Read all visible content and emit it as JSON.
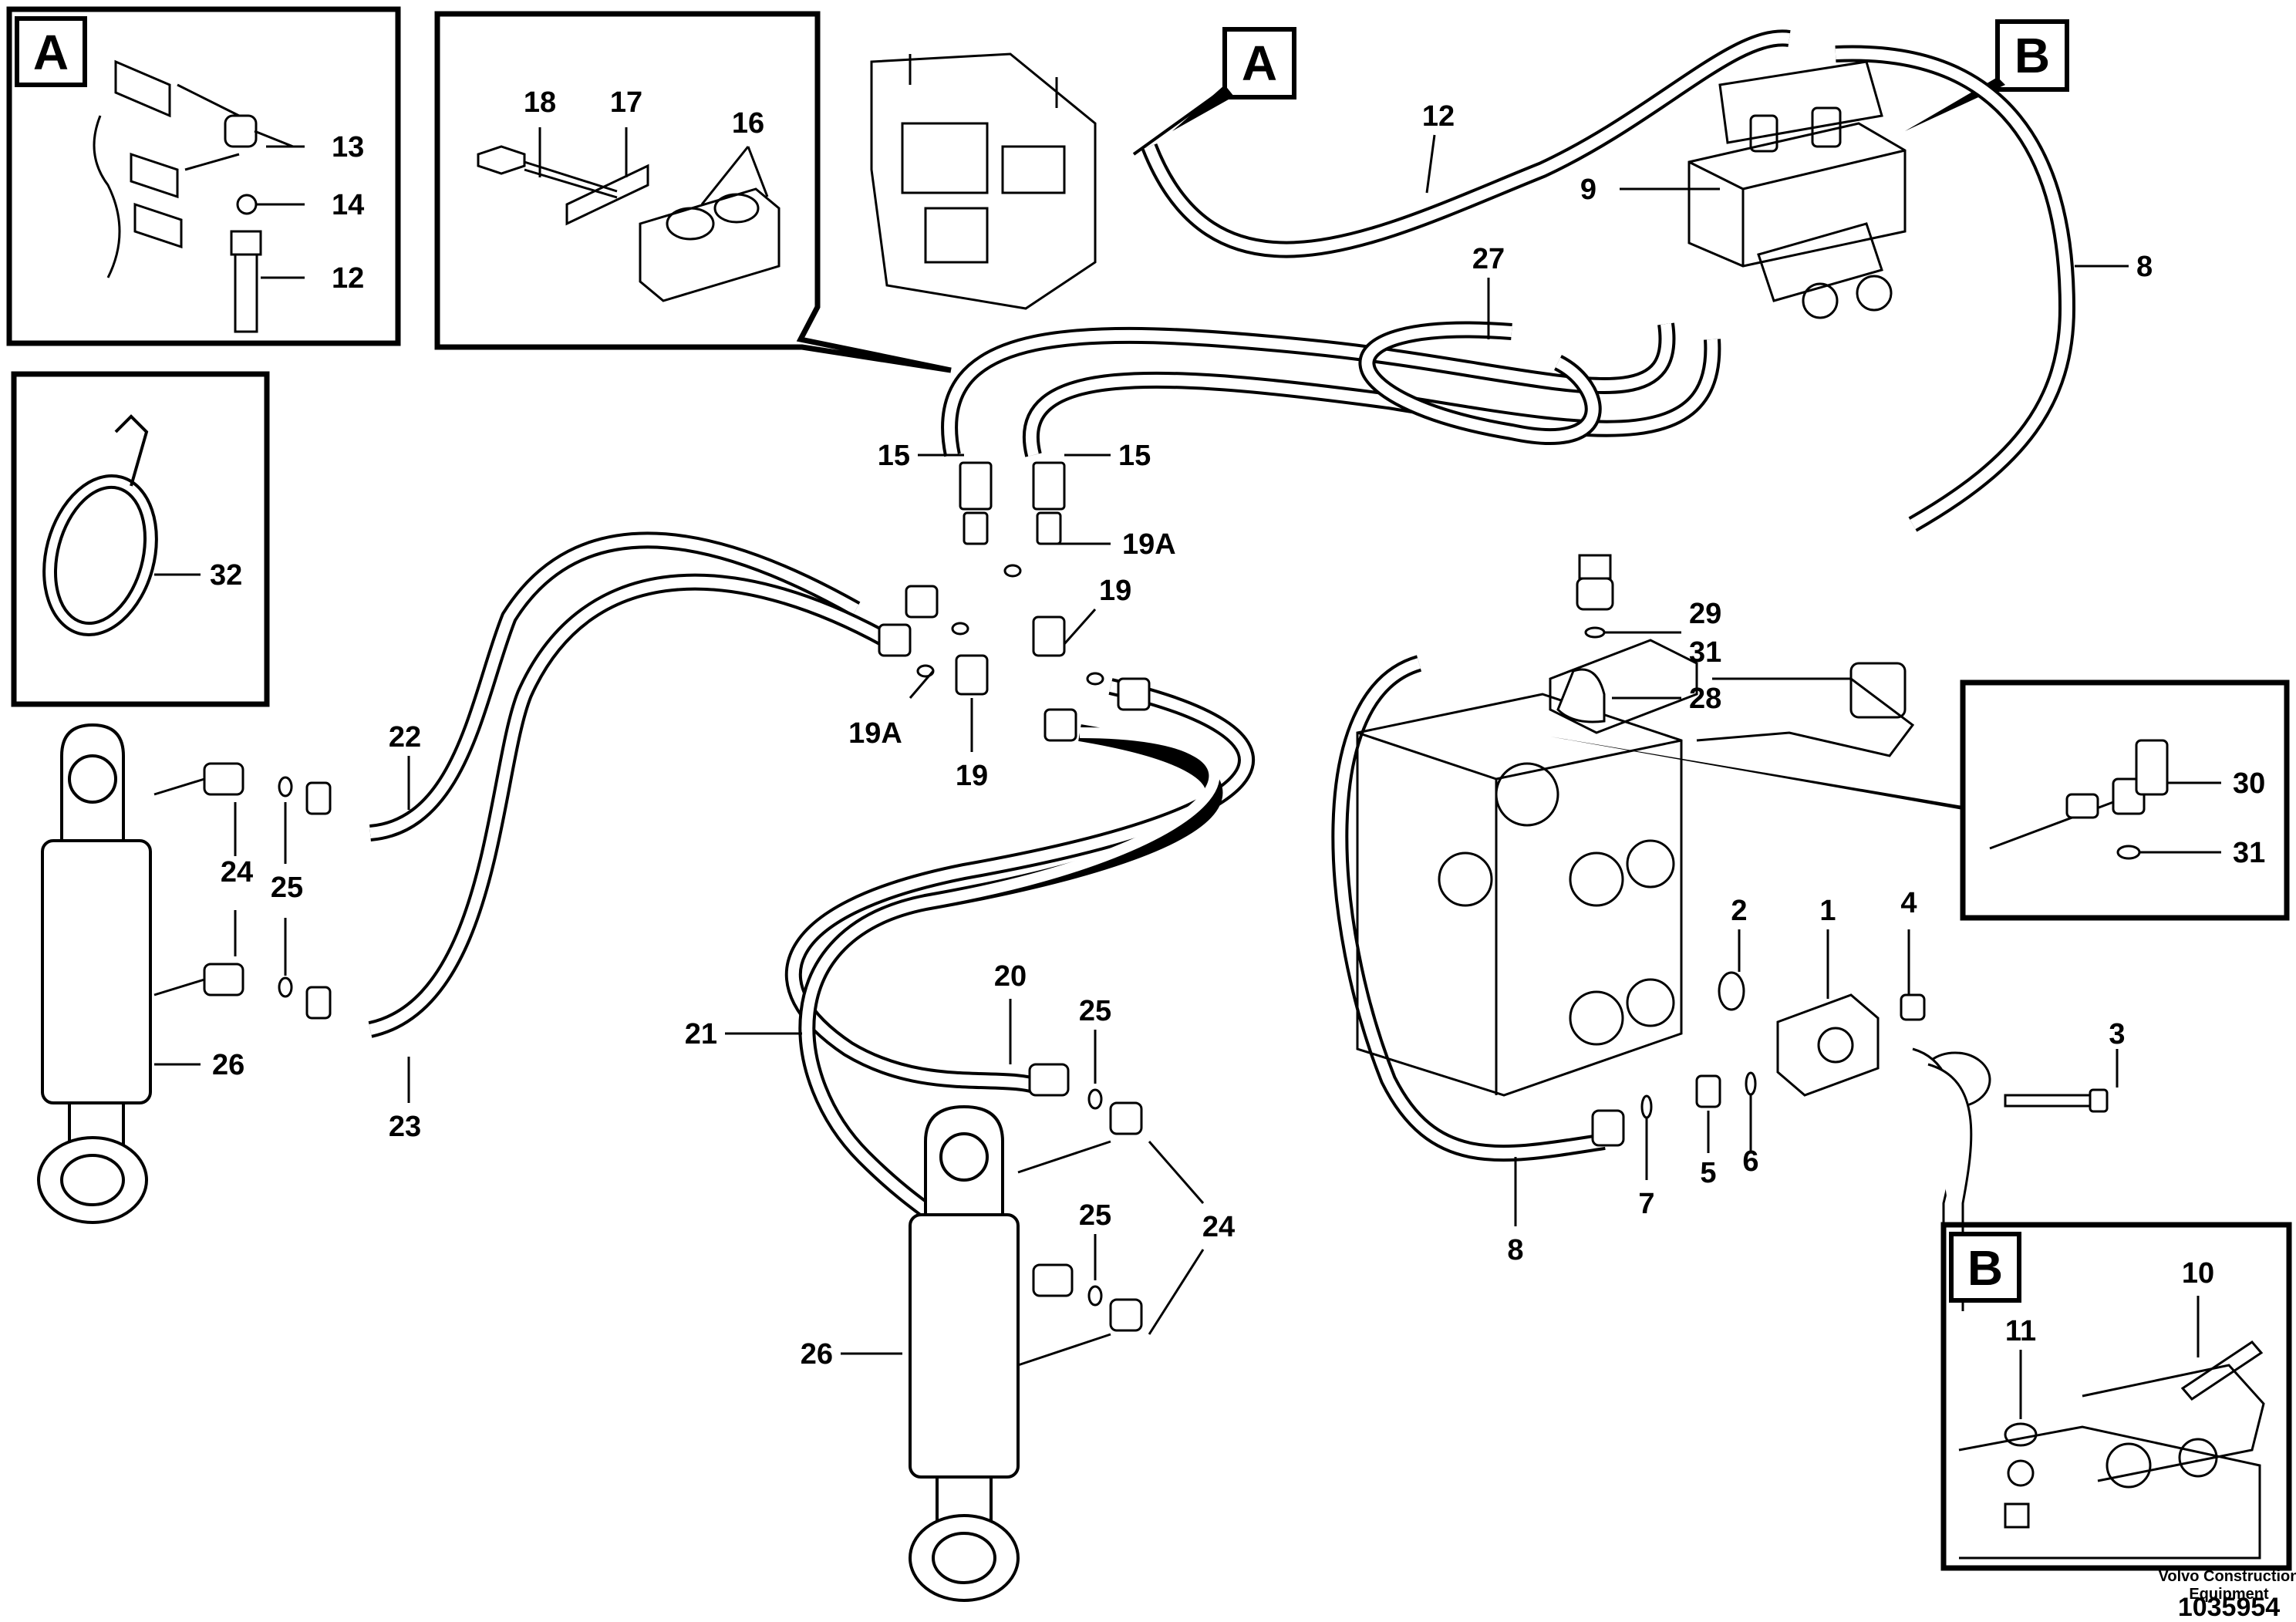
{
  "diagram": {
    "callouts": {
      "c1": "1",
      "c2": "2",
      "c3": "3",
      "c4": "4",
      "c5": "5",
      "c6": "6",
      "c7": "7",
      "c8a": "8",
      "c8b": "8",
      "c9": "9",
      "c10": "10",
      "c11": "11",
      "c12a": "12",
      "c12b": "12",
      "c13": "13",
      "c14": "14",
      "c15a": "15",
      "c15b": "15",
      "c16": "16",
      "c17": "17",
      "c18": "18",
      "c19a": "19",
      "c19b": "19",
      "c19Aa": "19A",
      "c19Ab": "19A",
      "c20": "20",
      "c21": "21",
      "c22": "22",
      "c23": "23",
      "c24a": "24",
      "c24b": "24",
      "c25a": "25",
      "c25b": "25",
      "c25c": "25",
      "c26a": "26",
      "c26b": "26",
      "c27": "27",
      "c28": "28",
      "c29": "29",
      "c30": "30",
      "c31a": "31",
      "c31b": "31",
      "c32": "32"
    },
    "view_letters": {
      "inset_a": "A",
      "main_a": "A",
      "main_b": "B",
      "inset_b": "B"
    },
    "footer": {
      "brand_line1": "Volvo Construction",
      "brand_line2": "Equipment",
      "doc_number": "1035954"
    }
  }
}
